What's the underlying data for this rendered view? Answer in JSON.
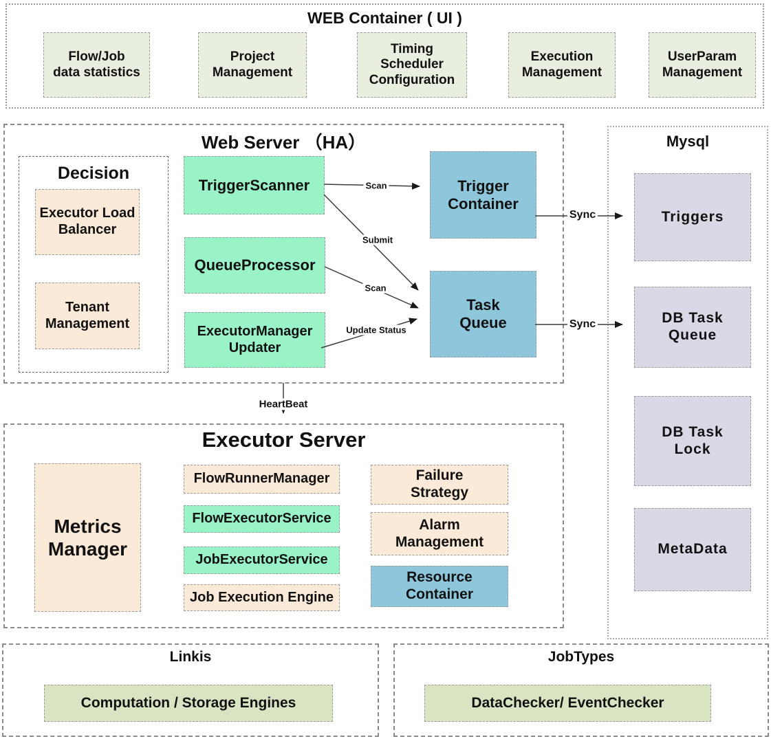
{
  "colors": {
    "box_light_green": "#e9efde",
    "box_mint": "#9af3c6",
    "box_blue": "#8ec7db",
    "box_peach": "#fcead9",
    "box_lavender": "#dcd7e5",
    "box_dark_green": "#d8e4c2",
    "border_gray": "#8a8a8a",
    "arrow_color": "#1a1a1a"
  },
  "web_container": {
    "title": "WEB Container ( UI )",
    "boxes": [
      "Flow/Job\ndata statistics",
      "Project\nManagement",
      "Timing\nScheduler\nConfiguration",
      "Execution\nManagement",
      "UserParam\nManagement"
    ]
  },
  "web_server": {
    "title": "Web Server （HA）",
    "decision": {
      "title": "Decision",
      "boxes": [
        "Executor Load\nBalancer",
        "Tenant\nManagement"
      ]
    },
    "services": [
      "TriggerScanner",
      "QueueProcessor",
      "ExecutorManager\nUpdater"
    ],
    "containers": [
      "Trigger\nContainer",
      "Task\nQueue"
    ]
  },
  "mysql": {
    "title": "Mysql",
    "tables": [
      "Triggers",
      "DB Task\nQueue",
      "DB Task\nLock",
      "MetaData"
    ]
  },
  "executor_server": {
    "title": "Executor Server",
    "metrics_manager": "Metrics\nManager",
    "services": [
      "FlowRunnerManager",
      "FlowExecutorService",
      "JobExecutorService",
      "Job Execution Engine"
    ],
    "management": [
      "Failure\nStrategy",
      "Alarm\nManagement",
      "Resource\nContainer"
    ]
  },
  "linkis": {
    "title": "Linkis",
    "box": "Computation / Storage Engines"
  },
  "jobtypes": {
    "title": "JobTypes",
    "box": "DataChecker/ EventChecker"
  },
  "arrows": {
    "scan_trigger": "Scan",
    "submit": "Submit",
    "scan_queue": "Scan",
    "update_status": "Update Status",
    "sync_triggers": "Sync",
    "sync_task_queue": "Sync",
    "heartbeat": "HeartBeat"
  }
}
